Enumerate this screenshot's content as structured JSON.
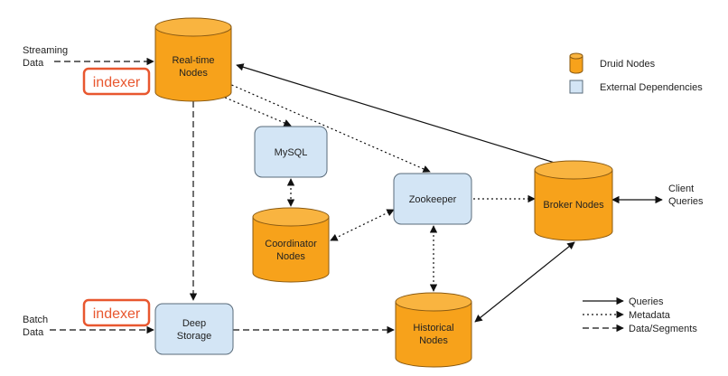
{
  "colors": {
    "druid_fill": "#f7a21b",
    "druid_stroke": "#8a5a12",
    "external_fill": "#d3e5f5",
    "external_stroke": "#5a6b7a",
    "indexer": "#e8572f",
    "line": "#111111"
  },
  "inputs": {
    "streaming": [
      "Streaming",
      "Data"
    ],
    "batch": [
      "Batch",
      "Data"
    ],
    "client": [
      "Client",
      "Queries"
    ]
  },
  "nodes": {
    "realtime": [
      "Real-time",
      "Nodes"
    ],
    "mysql": [
      "MySQL"
    ],
    "coordinator": [
      "Coordinator",
      "Nodes"
    ],
    "zookeeper": [
      "Zookeeper"
    ],
    "broker": [
      "Broker Nodes"
    ],
    "deep_storage": [
      "Deep",
      "Storage"
    ],
    "historical": [
      "Historical",
      "Nodes"
    ]
  },
  "indexer_label": "indexer",
  "legend": {
    "druid_nodes": "Druid Nodes",
    "external": "External Dependencies",
    "queries": "Queries",
    "metadata": "Metadata",
    "data_segments": "Data/Segments"
  }
}
